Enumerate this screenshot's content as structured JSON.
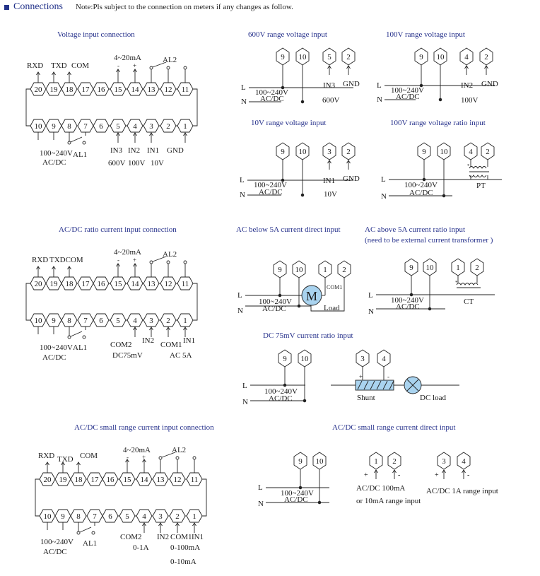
{
  "header": {
    "title": "Connections",
    "note": "Note:Pls subject to the connection on meters if any changes as follow."
  },
  "titles": {
    "t1": "Voltage input connection",
    "t2": "600V range voltage input",
    "t3": "100V range voltage input",
    "t4": "10V range voltage input",
    "t5": "100V range voltage ratio input",
    "t6": "AC/DC ratio current input connection",
    "t7": "AC below 5A current direct input",
    "t8": "AC above 5A current ratio input",
    "t8b": "(need to be external current transformer )",
    "t9": "DC 75mV current ratio input",
    "t10": "AC/DC small range current input connection",
    "t11": "AC/DC small range current direct input"
  },
  "blocks": {
    "b1": {
      "rxd": "RXD",
      "txd": "TXD",
      "com": "COM",
      "ma": "4~20mA",
      "al2": "AL2",
      "supply": "100~240V",
      "acdc": "AC/DC",
      "al1": "AL1",
      "in3": "IN3",
      "in2": "IN2",
      "in1": "IN1",
      "gnd": "GND",
      "v600": "600V",
      "v100": "100V",
      "v10": "10V"
    },
    "b2": {
      "rxd": "RXD",
      "txdcom": "TXDCOM",
      "ma": "4~20mA",
      "al2": "AL2",
      "supply": "100~240V",
      "acdc": "AC/DC",
      "al1": "AL1",
      "com2": "COM2",
      "in2": "IN2",
      "com1": "COM1",
      "in1": "IN1",
      "dc75": "DC75mV",
      "ac5": "AC 5A"
    },
    "b3": {
      "rxd": "RXD",
      "txd": "TXD",
      "com": "COM",
      "ma": "4~20mA",
      "al2": "AL2",
      "supply": "100~240V",
      "acdc": "AC/DC",
      "al1": "AL1",
      "com2": "COM2",
      "in2": "IN2",
      "com1": "COM1",
      "in1": "IN1",
      "r1a": "0-1A",
      "r100": "0-100mA",
      "r10": "0-10mA"
    }
  },
  "wiring": {
    "L": "L",
    "N": "N",
    "supply": "100~240V",
    "acdc": "AC/DC",
    "in3": "IN3",
    "in2": "IN2",
    "in1": "IN1",
    "gnd": "GND",
    "v600": "600V",
    "v100": "100V",
    "v10": "10V",
    "pt": "PT",
    "ct": "CT",
    "motor": "M",
    "com1": "COM1",
    "load": "Load",
    "shunt": "Shunt",
    "dcload": "DC load",
    "small1": "AC/DC 100mA",
    "small2": "or 10mA range input",
    "small3": "AC/DC 1A range input",
    "plus": "+",
    "minus": "-"
  }
}
